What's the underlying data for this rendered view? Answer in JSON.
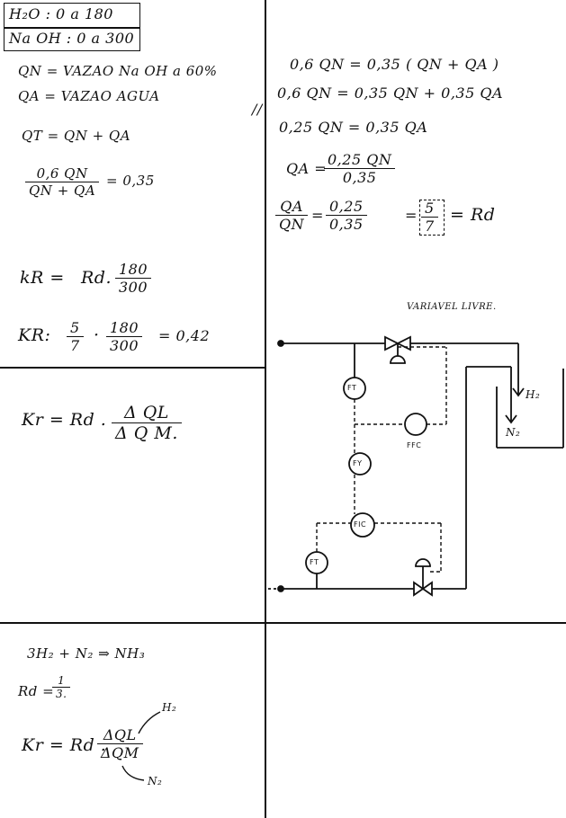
{
  "header": {
    "line1": "H₂O : 0 a 180",
    "line2": "Na OH : 0 a 300"
  },
  "left": {
    "def_qn": "QN = VAZAO Na OH a 60%",
    "def_qa": "QA = VAZAO AGUA",
    "qt": "QT = QN + QA",
    "ratio_num": "0,6 QN",
    "ratio_den": "QN + QA",
    "ratio_eq": "= 0,35",
    "kr_label": "kR =",
    "kr_rd": "Rd.",
    "kr_num": "180",
    "kr_den": "300",
    "kr2_label": "KR:",
    "kr2_num1": "5",
    "kr2_den1": "7",
    "kr2_dot": "·",
    "kr2_num2": "180",
    "kr2_den2": "300",
    "kr2_result": "= 0,42",
    "krg_label": "Kr = Rd .",
    "krg_num": "Δ QL",
    "krg_den": "Δ Q M."
  },
  "right": {
    "eq1": "0,6 QN = 0,35 ( QN + QA )",
    "eq2": "0,6 QN = 0,35 QN + 0,35 QA",
    "eq3": "0,25 QN = 0,35 QA",
    "eq4_label": "QA =",
    "eq4_num": "0,25 QN",
    "eq4_den": "0,35",
    "eq5_n1": "QA",
    "eq5_d1": "QN",
    "eq5_n2": "0,25",
    "eq5_d2": "0,35",
    "eq5_n3": "5",
    "eq5_d3": "7",
    "eq5_rd": "= Rd"
  },
  "diagram": {
    "label_variable": "VARIAVEL LIVRE.",
    "label_h2": "H₂",
    "label_n2": "N₂",
    "ft_top": "FT",
    "fy": "FY",
    "fic": "FIC",
    "ft_bottom": "FT",
    "ffc": "FFC"
  },
  "bottom": {
    "reaction": "3H₂ + N₂ ⇒ NH₃",
    "rd_label": "Rd =",
    "rd_num": "1",
    "rd_den": "3.",
    "kr_label": "Kr = Rd .",
    "kr_num": "ΔQL",
    "kr_den": "ΔQM",
    "h2_note": "H₂",
    "n2_note": "N₂"
  },
  "colors": {
    "ink": "#111111",
    "paper": "#ffffff"
  }
}
